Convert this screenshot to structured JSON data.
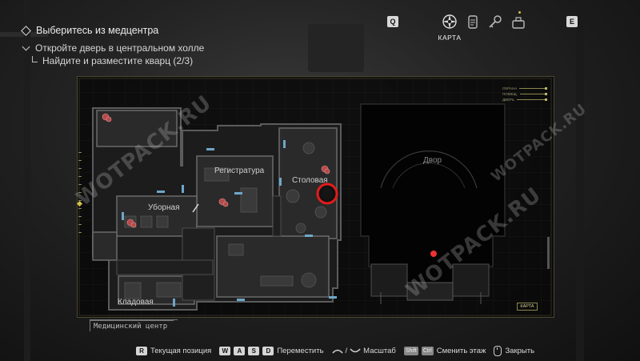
{
  "objectives": {
    "main": "Выберитесь из медцентра",
    "sub": "Откройте дверь в центральном холле",
    "subsub": "Найдите и разместите кварц (2/3)"
  },
  "top_tabs": {
    "key_left": "Q",
    "key_right": "E",
    "active_label": "КАРТА",
    "icons": [
      "compass-icon",
      "files-icon",
      "keys-icon",
      "inventory-icon"
    ]
  },
  "map": {
    "rooms": {
      "registry": "Регистратура",
      "canteen": "Столовая",
      "restroom": "Уборная",
      "storage": "Кладовая",
      "yard": "Двор"
    },
    "area_name": "Медицинский центр",
    "badge": "КАРТА",
    "legend": [
      "ОХРАНА",
      "ПОМЕЩ.",
      "ДВЕРЬ"
    ],
    "accent_color": "#8a8650",
    "marker_color": "#e31b1b"
  },
  "watermarks": [
    "WOTPACK.RU",
    "WOTPACK.RU",
    "WOTPACK.RU"
  ],
  "controls": [
    {
      "keys": [
        "R"
      ],
      "label": "Текущая позиция"
    },
    {
      "keys": [
        "W",
        "A",
        "S",
        "D"
      ],
      "label": "Переместить"
    },
    {
      "keys": [
        "wheel",
        "/",
        "wheel"
      ],
      "label": "Масштаб"
    },
    {
      "keys": [
        "Shift",
        "Ctrl"
      ],
      "label": "Сменить этаж"
    },
    {
      "keys": [
        "mouse"
      ],
      "label": "Закрыть"
    }
  ]
}
